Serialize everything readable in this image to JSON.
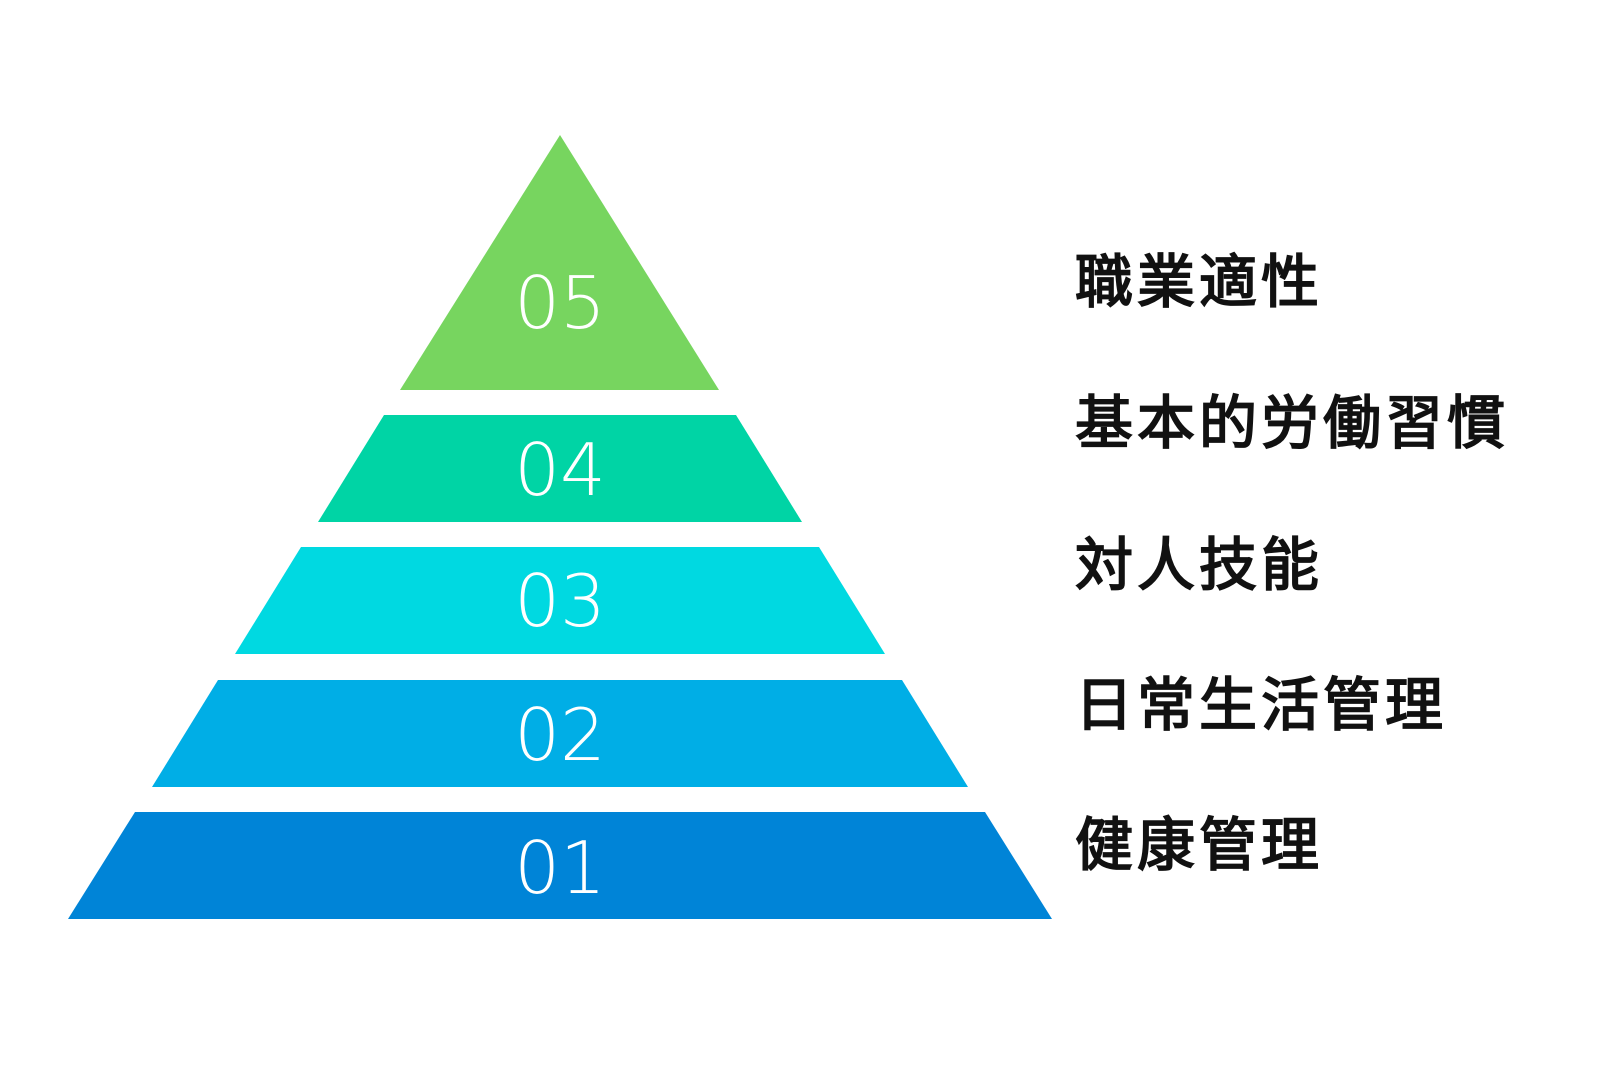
{
  "tiers": [
    {
      "number": "05",
      "label": "職業適性",
      "color": "#77d55f"
    },
    {
      "number": "04",
      "label": "基本的労働習慣",
      "color": "#00d4a5"
    },
    {
      "number": "03",
      "label": "対人技能",
      "color": "#00d9e1"
    },
    {
      "number": "02",
      "label": "日常生活管理",
      "color": "#00aee6"
    },
    {
      "number": "01",
      "label": "健康管理",
      "color": "#0084d7"
    }
  ]
}
